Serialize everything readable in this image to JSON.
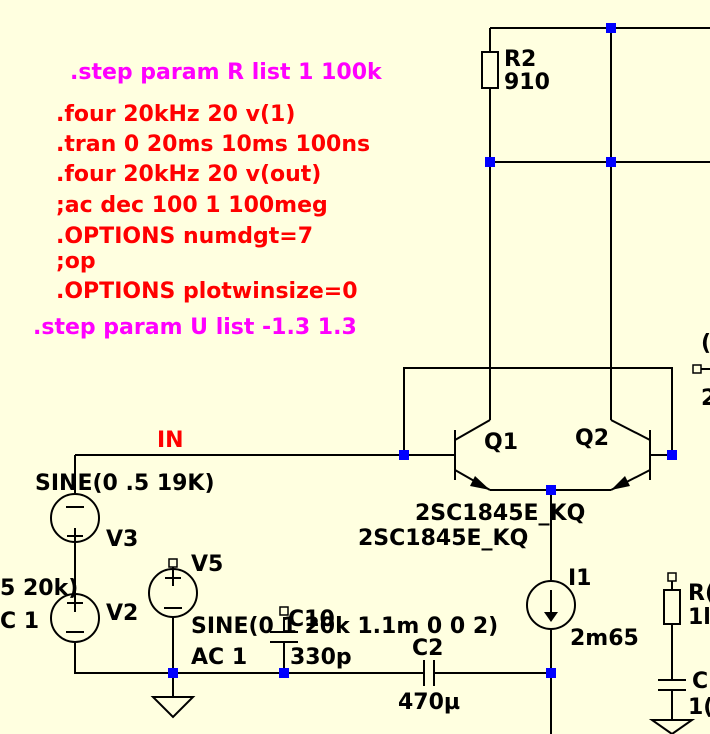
{
  "colors": {
    "background": "#ffffe0",
    "wire": "#000000",
    "junction": "#0000ff",
    "step_directive": "#ff00ff",
    "spice_directive": "#ff0000",
    "net_label": "#ff0000"
  },
  "directives": {
    "step_r": ".step param R list 1 100k",
    "four_v1": ".four 20kHz 20 v(1)",
    "tran": ".tran 0 20ms 10ms 100ns",
    "four_out": ".four 20kHz 20 v(out)",
    "ac": ";ac dec 100 1 100meg",
    "options_numdgt": ".OPTIONS numdgt=7",
    "op": ";op",
    "options_plotwin": ".OPTIONS plotwinsize=0",
    "step_u": ".step param U list -1.3 1.3"
  },
  "nets": {
    "in": "IN"
  },
  "components": {
    "r2": {
      "name": "R2",
      "value": "910"
    },
    "q1": {
      "name": "Q1",
      "model": "2SC1845E_KQ"
    },
    "q2": {
      "name": "Q2",
      "model": "2SC1845E_KQ"
    },
    "v3": {
      "name": "V3",
      "value": "SINE(0 .5 19K)"
    },
    "v2": {
      "name": "V2",
      "value_fragment": "5 20k)",
      "ac_fragment": "C 1"
    },
    "v5": {
      "name": "V5",
      "value": "SINE(0 1 20k 1.1m 0 0 2)",
      "ac": "AC 1"
    },
    "c10": {
      "name": "C10",
      "value": "330p"
    },
    "c2": {
      "name": "C2",
      "value": "470µ"
    },
    "i1": {
      "name": "I1",
      "value": "2m65"
    },
    "r_right": {
      "name_fragment": "R(",
      "value_fragment": "1l"
    },
    "c_right": {
      "name_fragment": "C",
      "value_fragment": "1("
    },
    "edge_top": "(",
    "edge_mid": "2"
  }
}
